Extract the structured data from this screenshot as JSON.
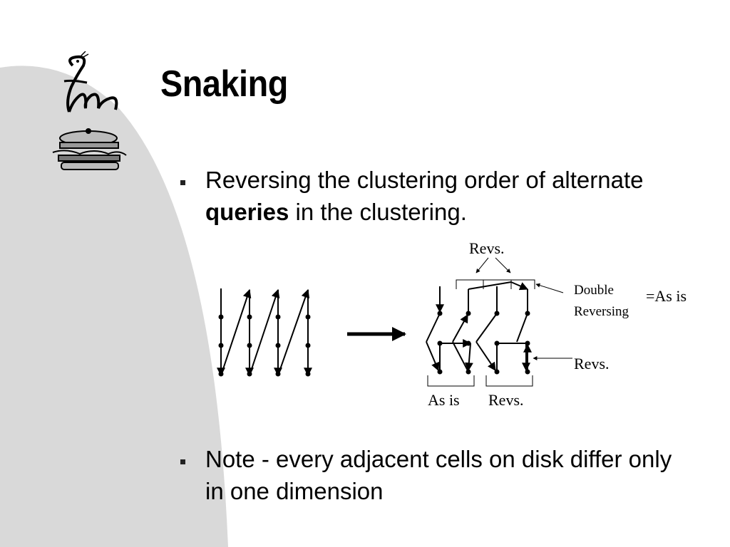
{
  "slide": {
    "title": "Snaking",
    "bullets": [
      {
        "pre": "Reversing the clustering order of alternate ",
        "bold": "queries",
        "post": " in the clustering."
      },
      {
        "text": "Note - every adjacent cells on disk differ only in one dimension"
      }
    ]
  },
  "diagram": {
    "labels": {
      "revs_top": "Revs.",
      "double_reversing_1": "Double",
      "double_reversing_2": "Reversing",
      "equals_as_is": "=As is",
      "revs_right": "Revs.",
      "as_is_bottom": "As is",
      "revs_bottom": "Revs."
    }
  },
  "colors": {
    "background_shape": "#d9d9d9",
    "text": "#000000"
  }
}
